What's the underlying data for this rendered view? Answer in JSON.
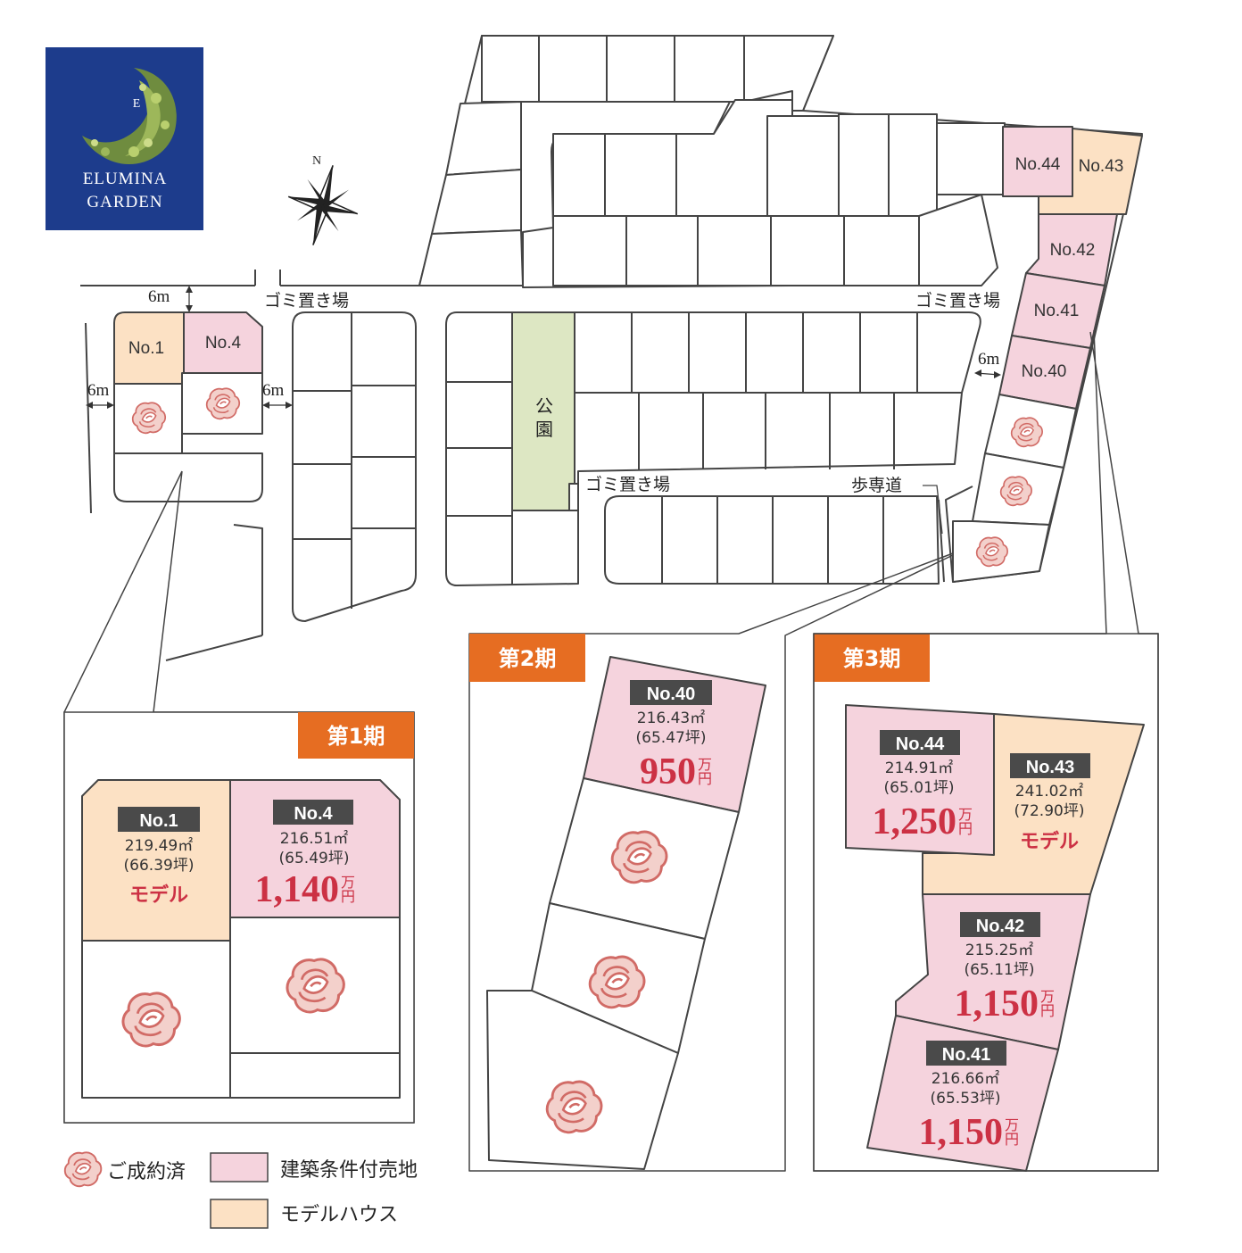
{
  "logo": {
    "line1": "ELUMINA",
    "line2": "GARDEN",
    "letter": "E"
  },
  "compass": "N",
  "labels": {
    "road_width": "6m",
    "garbage": "ゴミ置き場",
    "park": "公園",
    "walkway": "歩専道"
  },
  "lots_small": [
    "No.1",
    "No.4",
    "No.44",
    "No.43",
    "No.42",
    "No.41",
    "No.40"
  ],
  "phases": [
    "第1期",
    "第2期",
    "第3期"
  ],
  "lots": [
    {
      "no": "No.1",
      "area": "219.49㎡",
      "tsubo": "(66.39坪)",
      "note": "モデル"
    },
    {
      "no": "No.4",
      "area": "216.51㎡",
      "tsubo": "(65.49坪)",
      "price": "1,140",
      "unit_top": "万",
      "unit_bottom": "円"
    },
    {
      "no": "No.40",
      "area": "216.43㎡",
      "tsubo": "(65.47坪)",
      "price": "950",
      "unit_top": "万",
      "unit_bottom": "円"
    },
    {
      "no": "No.44",
      "area": "214.91㎡",
      "tsubo": "(65.01坪)",
      "price": "1,250",
      "unit_top": "万",
      "unit_bottom": "円"
    },
    {
      "no": "No.43",
      "area": "241.02㎡",
      "tsubo": "(72.90坪)",
      "note": "モデル"
    },
    {
      "no": "No.42",
      "area": "215.25㎡",
      "tsubo": "(65.11坪)",
      "price": "1,150",
      "unit_top": "万",
      "unit_bottom": "円"
    },
    {
      "no": "No.41",
      "area": "216.66㎡",
      "tsubo": "(65.53坪)",
      "price": "1,150",
      "unit_top": "万",
      "unit_bottom": "円"
    }
  ],
  "legend": {
    "sold": "ご成約済",
    "conditional": "建築条件付売地",
    "model": "モデルハウス"
  },
  "colors": {
    "pink": "#f5d3dd",
    "peach": "#fce1c4",
    "park": "#dde7c3",
    "orange": "#e66d22",
    "rose": "#d16b66",
    "logo_bg": "#1d3c8c"
  }
}
